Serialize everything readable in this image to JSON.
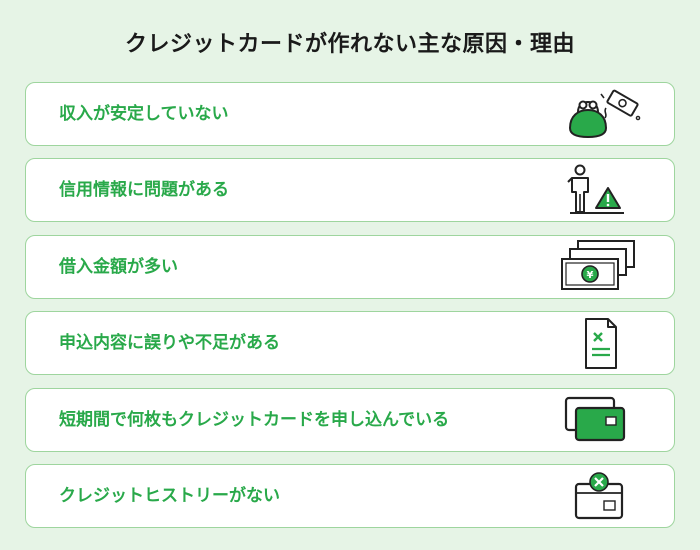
{
  "title": "クレジットカードが作れない主な原因・理由",
  "accent_color": "#29a94a",
  "reasons": [
    {
      "label": "収入が安定していない",
      "icon": "coin-purse-icon"
    },
    {
      "label": "信用情報に問題がある",
      "icon": "person-warning-icon"
    },
    {
      "label": "借入金額が多い",
      "icon": "yen-banknotes-icon"
    },
    {
      "label": "申込内容に誤りや不足がある",
      "icon": "document-error-icon"
    },
    {
      "label": "短期間で何枚もクレジットカードを申し込んでいる",
      "icon": "multiple-cards-icon"
    },
    {
      "label": "クレジットヒストリーがない",
      "icon": "card-no-history-icon"
    }
  ]
}
